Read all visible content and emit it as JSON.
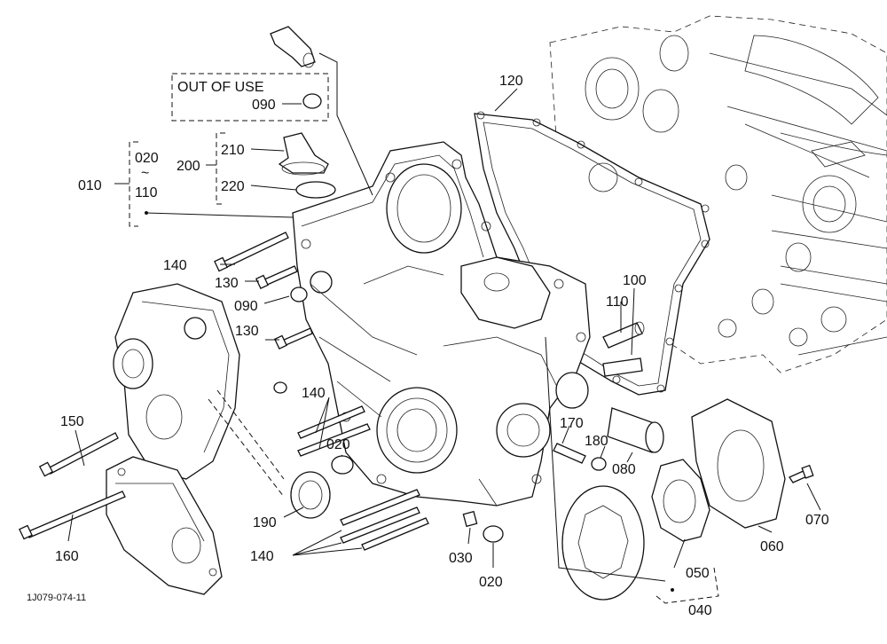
{
  "diagram": {
    "out_of_use_text": "OUT OF USE",
    "range_tilde": "~",
    "code": "1J079-074-11",
    "labels": {
      "p010": "010",
      "p020a": "020",
      "p110a": "110",
      "p200": "200",
      "p210": "210",
      "p220": "220",
      "p090a": "090",
      "p120": "120",
      "p140a": "140",
      "p130a": "130",
      "p090b": "090",
      "p130b": "130",
      "p100": "100",
      "p110b": "110",
      "p140b": "140",
      "p150": "150",
      "p020b": "020",
      "p170": "170",
      "p180": "180",
      "p080": "080",
      "p190": "190",
      "p160": "160",
      "p140c": "140",
      "p030": "030",
      "p020c": "020",
      "p050": "050",
      "p060": "060",
      "p070": "070",
      "p040": "040"
    }
  }
}
